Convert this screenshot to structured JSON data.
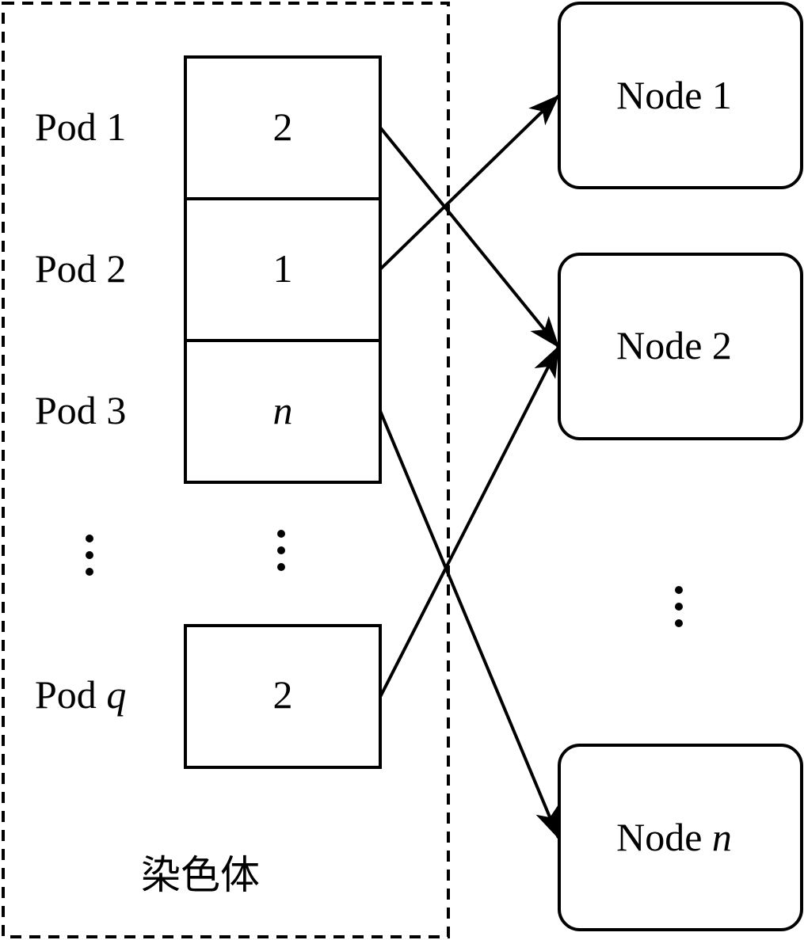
{
  "chromosome": {
    "caption": "染色体",
    "pods": [
      {
        "label": "Pod",
        "index": "1",
        "index_italic": false,
        "gene": "2",
        "gene_italic": false
      },
      {
        "label": "Pod",
        "index": "2",
        "index_italic": false,
        "gene": "1",
        "gene_italic": false
      },
      {
        "label": "Pod",
        "index": "3",
        "index_italic": false,
        "gene": "n",
        "gene_italic": true
      },
      {
        "label": "Pod",
        "index": "q",
        "index_italic": true,
        "gene": "2",
        "gene_italic": false
      }
    ],
    "ellipsis": "⋮"
  },
  "nodes": [
    {
      "label": "Node",
      "index": "1",
      "index_italic": false
    },
    {
      "label": "Node",
      "index": "2",
      "index_italic": false
    },
    {
      "label": "Node",
      "index": "n",
      "index_italic": true
    }
  ],
  "nodes_ellipsis": "⋮",
  "assignments": [
    {
      "from_pod": "1",
      "to_node": "2"
    },
    {
      "from_pod": "2",
      "to_node": "1"
    },
    {
      "from_pod": "3",
      "to_node": "n"
    },
    {
      "from_pod": "q",
      "to_node": "2"
    }
  ]
}
